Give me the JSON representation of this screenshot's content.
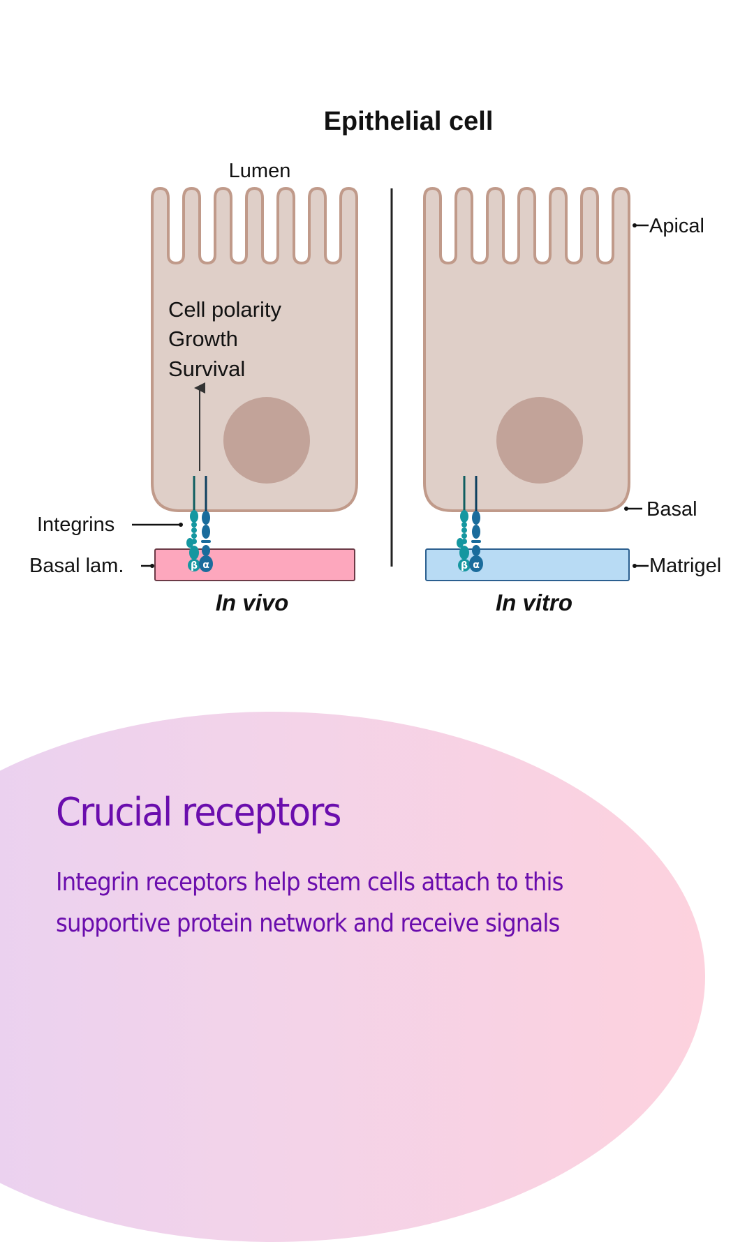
{
  "diagram": {
    "title": "Epithelial cell",
    "lumen_label": "Lumen",
    "signals": [
      "Cell polarity",
      "Growth",
      "Survival"
    ],
    "left_panel": {
      "integrins_label": "Integrins",
      "substrate_label": "Basal lam.",
      "condition_label": "In vivo",
      "substrate_color": "#fda7bd"
    },
    "right_panel": {
      "apical_label": "Apical",
      "basal_label": "Basal",
      "substrate_label": "Matrigel",
      "condition_label": "In vitro",
      "substrate_color": "#b8dbf4"
    },
    "integrin_subunits": {
      "beta": "β",
      "alpha": "α"
    },
    "colors": {
      "cell_fill": "#dfcfc8",
      "cell_outline": "#c09a8a",
      "nucleus": "#c2a399",
      "beta_integrin": "#1597a0",
      "alpha_integrin": "#1a6c9c"
    }
  },
  "caption": {
    "heading": "Crucial receptors",
    "body": "Integrin receptors help stem cells attach to this supportive protein network and receive signals",
    "text_color": "#6a0dad"
  }
}
